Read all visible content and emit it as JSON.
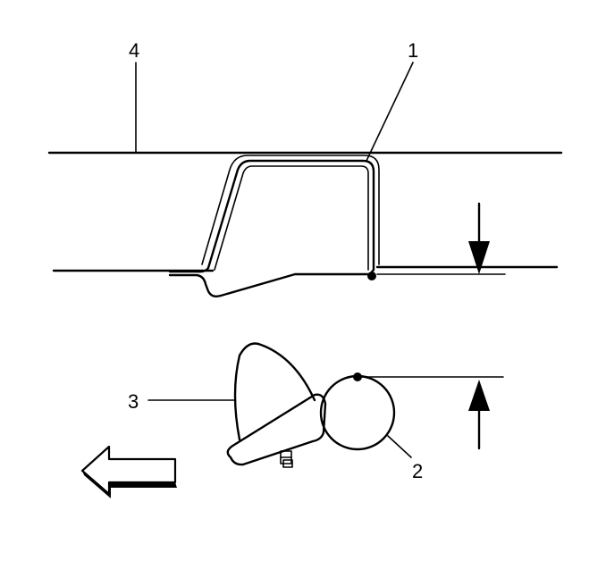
{
  "diagram": {
    "callouts": {
      "c1": "1",
      "c2": "2",
      "c3": "3",
      "c4": "4"
    },
    "colors": {
      "line": "#000000",
      "background": "#ffffff"
    },
    "icons": [
      "direction-arrow-left-icon",
      "direction-arrow-down-icon",
      "direction-arrow-up-icon"
    ]
  }
}
